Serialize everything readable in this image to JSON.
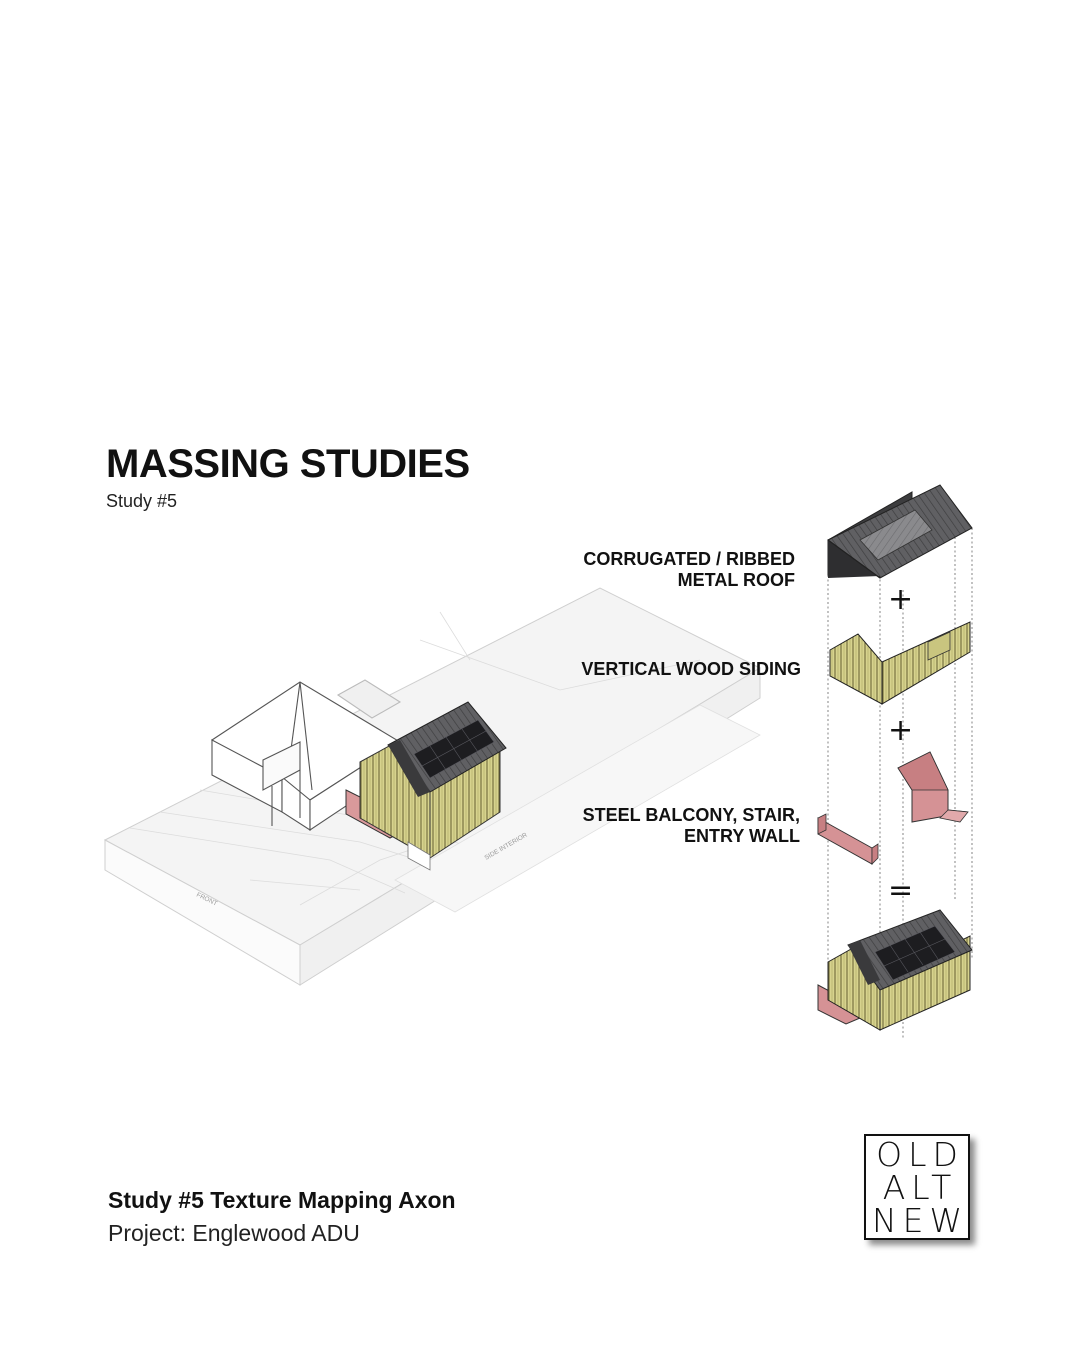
{
  "header": {
    "title": "MASSING STUDIES",
    "subtitle": "Study #5"
  },
  "diagram": {
    "site_labels": {
      "front": "FRONT",
      "side": "SIDE INTERIOR"
    },
    "components": [
      {
        "label_line1": "CORRUGATED / RIBBED",
        "label_line2": "METAL ROOF",
        "material_color": "#5a5a5c"
      },
      {
        "label_line1": "VERTICAL WOOD SIDING",
        "label_line2": "",
        "material_color": "#d4d08a"
      },
      {
        "label_line1": "STEEL BALCONY, STAIR,",
        "label_line2": "ENTRY WALL",
        "material_color": "#d28f92"
      }
    ],
    "operators": [
      "+",
      "+",
      "="
    ]
  },
  "caption": {
    "title": "Study #5 Texture Mapping Axon",
    "project": "Project: Englewood ADU"
  },
  "logo": {
    "line1": "OLD",
    "line2": "ALT",
    "line3": "NEW"
  },
  "colors": {
    "roof": "#5a5a5c",
    "solar": "#1c1c1e",
    "wood": "#d4d08a",
    "steel": "#d28f92",
    "site": "#f2f2f2"
  }
}
